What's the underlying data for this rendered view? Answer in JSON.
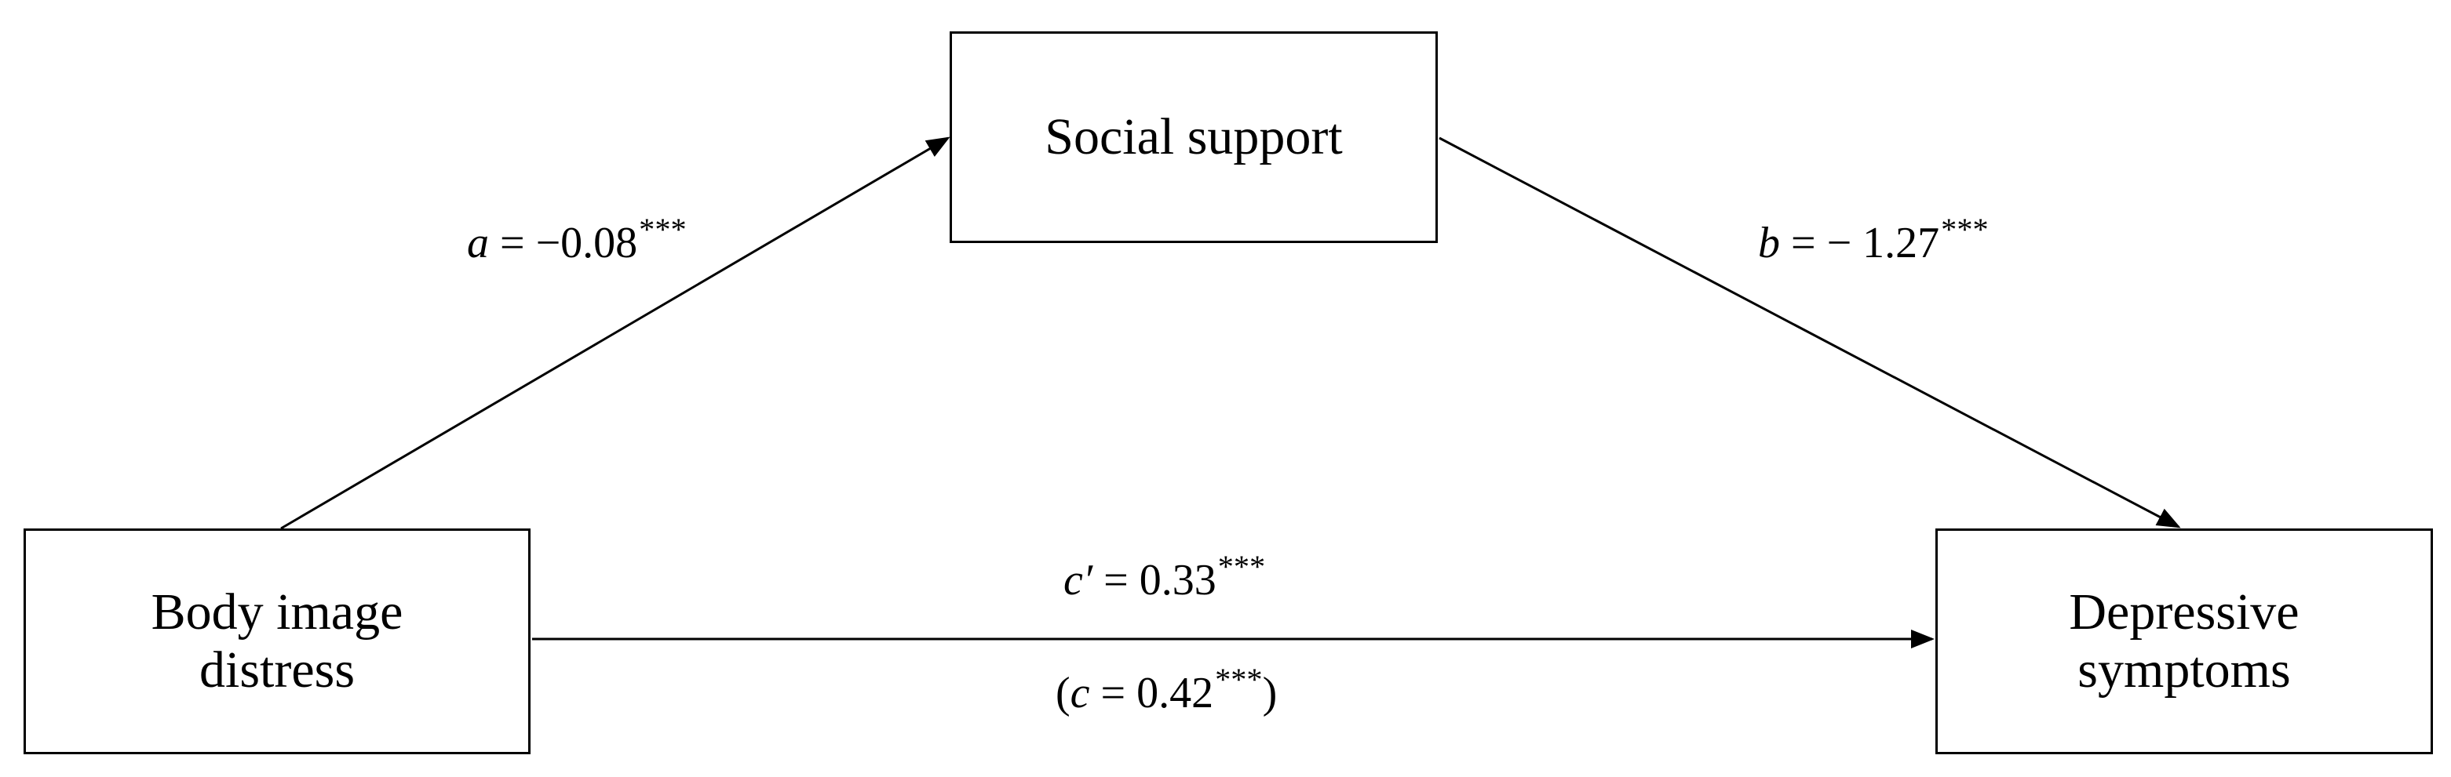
{
  "nodes": {
    "mediator": {
      "lines": [
        "Social support"
      ]
    },
    "predictor": {
      "lines": [
        "Body image",
        "distress"
      ]
    },
    "outcome": {
      "lines": [
        "Depressive",
        "symptoms"
      ]
    }
  },
  "paths": {
    "a": {
      "symbol": "a",
      "text": " = −0.08",
      "stars": "***"
    },
    "b": {
      "symbol": "b",
      "text": " = − 1.27",
      "stars": "***"
    },
    "c_prime": {
      "symbol": "c′",
      "text": " = 0.33",
      "stars": "***"
    },
    "c_total": {
      "open": "(",
      "symbol": "c",
      "text": " = 0.42",
      "stars": "***",
      "close": ")"
    }
  },
  "colors": {
    "line": "#000000",
    "box_border": "#000000",
    "background": "#ffffff"
  }
}
